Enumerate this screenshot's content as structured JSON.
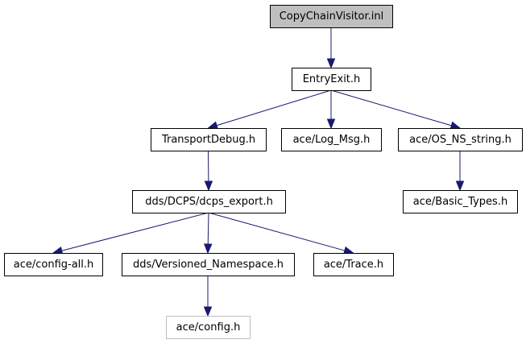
{
  "graph": {
    "nodes": [
      {
        "id": "copychain",
        "label": "CopyChainVisitor.inl",
        "style": "root"
      },
      {
        "id": "entryexit",
        "label": "EntryExit.h",
        "style": "normal"
      },
      {
        "id": "transportdebug",
        "label": "TransportDebug.h",
        "style": "normal"
      },
      {
        "id": "logmsg",
        "label": "ace/Log_Msg.h",
        "style": "normal"
      },
      {
        "id": "osnsstring",
        "label": "ace/OS_NS_string.h",
        "style": "normal"
      },
      {
        "id": "dcpsexport",
        "label": "dds/DCPS/dcps_export.h",
        "style": "normal"
      },
      {
        "id": "basictypes",
        "label": "ace/Basic_Types.h",
        "style": "normal"
      },
      {
        "id": "configall",
        "label": "ace/config-all.h",
        "style": "normal"
      },
      {
        "id": "versioned",
        "label": "dds/Versioned_Namespace.h",
        "style": "normal"
      },
      {
        "id": "trace",
        "label": "ace/Trace.h",
        "style": "normal"
      },
      {
        "id": "config",
        "label": "ace/config.h",
        "style": "missing"
      }
    ],
    "edges": [
      {
        "from": "copychain",
        "to": "entryexit"
      },
      {
        "from": "entryexit",
        "to": "transportdebug"
      },
      {
        "from": "entryexit",
        "to": "logmsg"
      },
      {
        "from": "entryexit",
        "to": "osnsstring"
      },
      {
        "from": "transportdebug",
        "to": "dcpsexport"
      },
      {
        "from": "osnsstring",
        "to": "basictypes"
      },
      {
        "from": "dcpsexport",
        "to": "configall"
      },
      {
        "from": "dcpsexport",
        "to": "versioned"
      },
      {
        "from": "dcpsexport",
        "to": "trace"
      },
      {
        "from": "versioned",
        "to": "config"
      }
    ]
  },
  "colors": {
    "edge": "#191970",
    "root_fill": "#bfbfbf",
    "node_border": "#000000",
    "missing_border": "#bfbfbf"
  }
}
